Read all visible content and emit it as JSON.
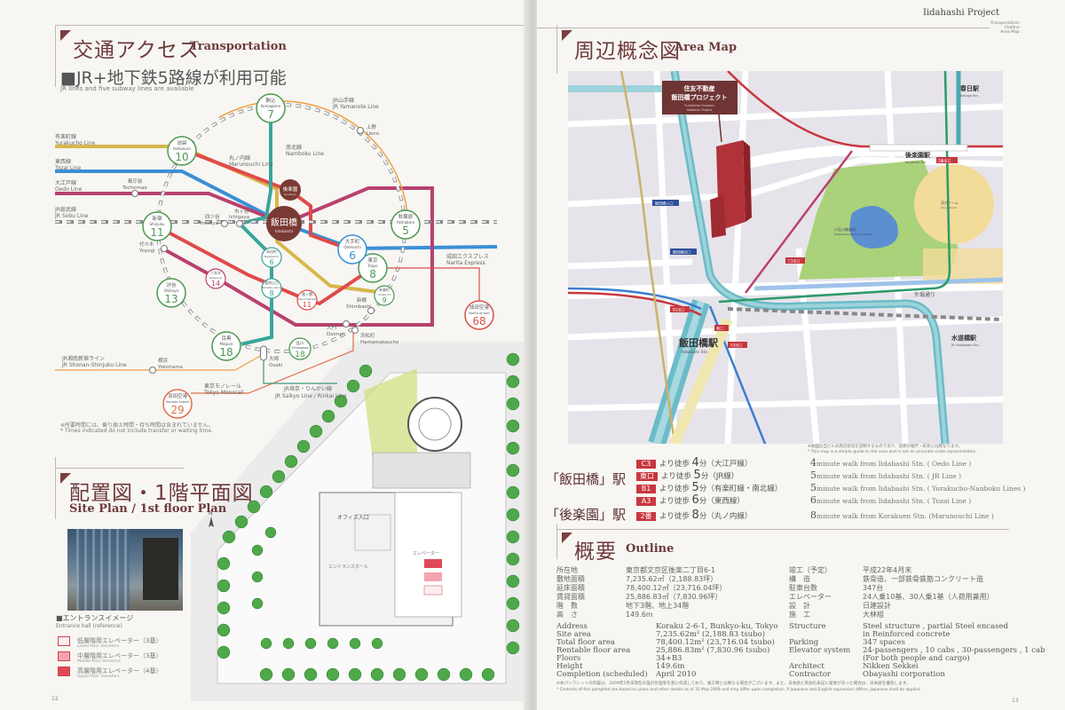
{
  "header": {
    "project": "Iidahashi Project",
    "nav": [
      "-Transportation",
      "-Outline",
      "-Area Map"
    ]
  },
  "transport": {
    "title_jp": "交通アクセス",
    "title_en": "Transportation",
    "subtitle_jp": "■JR+地下鉄5路線が利用可能",
    "subtitle_en": "JR lines and five subway lines are available",
    "lines": {
      "yurakucho": {
        "jp": "有楽町線",
        "en": "Yurakucho Line",
        "color": "#d8b64a"
      },
      "tozai": {
        "jp": "東西線",
        "en": "Tozai Line",
        "color": "#3a8fd6"
      },
      "oedo": {
        "jp": "大江戸線",
        "en": "Oedo Line",
        "color": "#b8416f"
      },
      "sobu": {
        "jp": "JR総武線",
        "en": "JR Sobu Line",
        "color": "#8a8a8a"
      },
      "marunouchi": {
        "jp": "丸ノ内線",
        "en": "Marunouchi Line",
        "color": "#e04a4a"
      },
      "namboku": {
        "jp": "南北線",
        "en": "Namboku Line",
        "color": "#3aa59b"
      },
      "yamanote": {
        "jp": "JR山手線",
        "en": "JR Yamanote Line",
        "color": "#9a9a9a"
      },
      "narita_express": {
        "jp": "成田エクスプレス",
        "en": "Narita Express",
        "color": "#d9504a"
      },
      "shonan": {
        "jp": "JR湘南新宿ライン",
        "en": "JR Shonan-Shinjuku Line",
        "color": "#f0a040"
      },
      "monorail": {
        "jp": "東京モノレール",
        "en": "Tokyo Monorail",
        "color": "#e0704a"
      },
      "saikyo": {
        "jp": "JR埼京・りんかい線",
        "en": "JR Saikyo Line / Rinkai Line",
        "color": "#3a9a80"
      }
    },
    "hub": {
      "jp": "飯田橋",
      "en": "Iidabashi"
    },
    "korakuen": {
      "jp": "後楽園",
      "en": "Korakuen"
    },
    "stations": [
      {
        "jp": "駒込",
        "en": "Komagome",
        "min": "7"
      },
      {
        "jp": "池袋",
        "en": "Ikebukuro",
        "min": "10"
      },
      {
        "jp": "新宿",
        "en": "Shinjuku",
        "min": "11"
      },
      {
        "jp": "渋谷",
        "en": "Shibuya",
        "min": "13"
      },
      {
        "jp": "目黒",
        "en": "Meguro",
        "min": "18"
      },
      {
        "jp": "品川",
        "en": "Shinagawa",
        "min": "18"
      },
      {
        "jp": "秋葉原",
        "en": "Akihabara",
        "min": "5"
      },
      {
        "jp": "東京",
        "en": "Tokyo",
        "min": "8"
      },
      {
        "jp": "大手町",
        "en": "Otemachi",
        "min": "6"
      },
      {
        "jp": "永田町",
        "en": "Nagatacho",
        "min": "6"
      },
      {
        "jp": "六本木",
        "en": "Roppongi",
        "min": "14"
      },
      {
        "jp": "溜池山王",
        "en": "Tameike-sanno",
        "min": "8"
      },
      {
        "jp": "霞ヶ関",
        "en": "Kasumigaseki",
        "min": "11"
      },
      {
        "jp": "有楽町",
        "en": "Yurakucho",
        "min": "9"
      },
      {
        "jp": "羽田空港",
        "en": "Haneda Airport",
        "min": "29"
      },
      {
        "jp": "成田空港",
        "en": "Narita Airport",
        "min": "68"
      }
    ],
    "minor_stations": [
      {
        "jp": "上野",
        "en": "Ueno"
      },
      {
        "jp": "都庁前",
        "en": "Tochomae"
      },
      {
        "jp": "四ツ谷",
        "en": "Yotsuya"
      },
      {
        "jp": "市ヶ谷",
        "en": "Ichigaya"
      },
      {
        "jp": "代々木",
        "en": "Yoyogi"
      },
      {
        "jp": "新橋",
        "en": "Shimbashi"
      },
      {
        "jp": "大門",
        "en": "Daimon"
      },
      {
        "jp": "浜松町",
        "en": "Hamamatsucho"
      },
      {
        "jp": "大崎",
        "en": "Osaki"
      },
      {
        "jp": "横浜",
        "en": "Yokohama"
      }
    ],
    "note_jp": "※所要時間には、乗り換え時間・待ち時間は含まれていません。",
    "note_en": "* Times indicated do not include transfer or waiting time."
  },
  "site_plan": {
    "title_jp": "配置図・1階平面図",
    "title_en": "Site Plan / 1st floor Plan",
    "north": "N",
    "photo_caption_jp": "■エントランスイメージ",
    "photo_caption_en": "Entrance hall (reference)",
    "labels": {
      "office_entrance": "オフィス入口",
      "entrance_hall": "エントランスホール",
      "elevator": "エレベーター"
    },
    "legend": [
      {
        "jp": "低層階用エレベーター（3基）",
        "en": "Lower-floor elevators",
        "color": "#fbeef2"
      },
      {
        "jp": "中層階用エレベーター（3基）",
        "en": "Middle-floor elevators",
        "color": "#f4a3b0"
      },
      {
        "jp": "高層階用エレベーター（4基）",
        "en": "Upper-floor elevators",
        "color": "#e04858"
      }
    ],
    "page_number": "12"
  },
  "area_map": {
    "title_jp": "周辺概念図",
    "title_en": "Area Map",
    "project_jp_1": "住友不動産",
    "project_jp_2": "飯田橋プロジェクト",
    "project_en_1": "Sumitomo Fudosan",
    "project_en_2": "Iidabashi Project",
    "places": {
      "iidabashi_jp": "飯田橋駅",
      "iidabashi_en": "Iidabashi Stn.",
      "korakuen_jp": "後楽園駅",
      "korakuen_en": "Korakuen Stn.",
      "kasuga_jp": "春日駅",
      "kasuga_en": "Kasuga Stn.",
      "suidobashi_jp": "水道橋駅",
      "suidobashi_en": "JR Suidobashi Stn.",
      "sotobori": "外堀通り",
      "garden": "小石川後楽園",
      "garden_en": "Koishikawa Korakuen Garden",
      "dome": "東京ドーム",
      "dome_en": "Tokyo Dome",
      "exit_west": "飯田橋入口",
      "exit_west2": "飯田橋出口"
    },
    "exits": [
      "C3出口",
      "B1出口",
      "A3出口",
      "東口",
      "2番出口"
    ],
    "note_jp": "※本図は当ビルの周辺状況を説明するものであり、実際の縮尺・形状とは異なります。",
    "note_en": "* This map is a simple guide to the area and is not an accurate scale representation.",
    "access": {
      "iidabashi_label": "「飯田橋」駅",
      "korakuen_label": "「後楽園」駅",
      "rows": [
        {
          "exit": "C3",
          "pre": "より徒歩",
          "min": "4",
          "unit": "分",
          "line": "（大江戸線）",
          "en_min": "4",
          "en": "minute walk from Iidabashi Stn.  ( Oedo Line )"
        },
        {
          "exit": "東口",
          "pre": "より徒歩",
          "min": "5",
          "unit": "分",
          "line": "（JR線）",
          "en_min": "5",
          "en": "minute walk from Iidabashi Stn.  ( JR Line )"
        },
        {
          "exit": "B1",
          "pre": "より徒歩",
          "min": "5",
          "unit": "分",
          "line": "（有楽町線・南北線）",
          "en_min": "5",
          "en": "minute walk from Iidabashi Stn.  ( Yurakucho-Nanboku Lines )"
        },
        {
          "exit": "A3",
          "pre": "より徒歩",
          "min": "6",
          "unit": "分",
          "line": "（東西線）",
          "en_min": "6",
          "en": "minute walk from Iidabashi Stn.  ( Tozai Line )"
        },
        {
          "exit": "2番",
          "pre": "より徒歩",
          "min": "8",
          "unit": "分",
          "line": "（丸ノ内線）",
          "en_min": "8",
          "en": "minute walk from Korakuen Stn.  (Marunouchi Line )"
        }
      ]
    }
  },
  "outline": {
    "title_jp": "概要",
    "title_en": "Outline",
    "jp_left": [
      [
        "所在地",
        "東京都文京区後楽二丁目6-1"
      ],
      [
        "敷地面積",
        "7,235.62㎡（2,188.83坪）"
      ],
      [
        "延床面積",
        "78,400.12㎡（23,716.04坪）"
      ],
      [
        "賃貸面積",
        "25,886.83㎡（7,830.96坪）"
      ],
      [
        "階　数",
        "地下3階、地上34階"
      ],
      [
        "高　さ",
        "149.6m"
      ]
    ],
    "jp_right": [
      [
        "竣工（予定）",
        "平成22年4月末"
      ],
      [
        "構　造",
        "鉄骨造、一部鉄骨鉄筋コンクリート造"
      ],
      [
        "駐車台数",
        "347台"
      ],
      [
        "エレベーター",
        "24人乗10基、30人乗1基（人荷用兼用）"
      ],
      [
        "設　計",
        "日建設計"
      ],
      [
        "施　工",
        "大林組"
      ]
    ],
    "en_left": [
      [
        "Address",
        "Koraku 2-6-1, Bunkyo-ku, Tokyo"
      ],
      [
        "Site area",
        "7,235.62m²  (2,188.83 tsubo)"
      ],
      [
        "Total floor area",
        "78,400.12m²  (23,716.04 tsubo)"
      ],
      [
        "Rentable floor area",
        "25,886.83m²  (7,830.96 tsubo)"
      ],
      [
        "Floors",
        "34+B3"
      ],
      [
        "Height",
        "149.6m"
      ],
      [
        "Completion (scheduled)",
        "April 2010"
      ]
    ],
    "en_right": [
      [
        "Structure",
        "Steel structure , partial Steel encased"
      ],
      [
        "",
        "in Reinforced concrete"
      ],
      [
        "Parking",
        "347 spaces"
      ],
      [
        "Elevator system",
        "24-passengers , 10 cabs , 30-passengers , 1 cab"
      ],
      [
        "",
        "(For both people and cargo)"
      ],
      [
        "Architect",
        "Nikken Sekkei"
      ],
      [
        "Contractor",
        "Obayashi corporation"
      ]
    ],
    "note_jp": "※本パンフレットの内容は、2009年5月末現在の設計計画等を基に作成しており、竣工時とは異なる場合がございます。また、日本語と英語の表記に差異があった場合は、日本語を優先します。",
    "note_en": "* Contents of this pamphlet are based on plans and other details as of 31 May 2009 and may differ upon completion. If Japanese and English expression differs, Japanese shall be applied.",
    "page_number": "13"
  }
}
